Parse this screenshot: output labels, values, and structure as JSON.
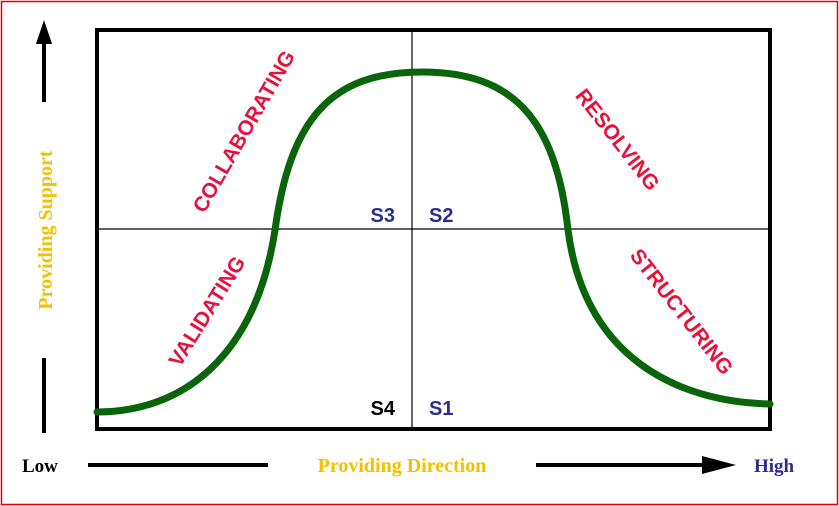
{
  "colors": {
    "frame_border": "#e00000",
    "curve": "#0a640a",
    "phase_label": "#e8103c",
    "axis_title": "#f2c200",
    "style_label_blue": "#2c2c8c",
    "style_label_black": "#000000",
    "high_label": "#2c2c8c",
    "low_label": "#000000"
  },
  "labels": {
    "y_axis": "Providing Support",
    "x_axis": "Providing Direction",
    "low": "Low",
    "high": "High",
    "s1": "S1",
    "s2": "S2",
    "s3": "S3",
    "s4": "S4",
    "collaborating": "COLLABORATING",
    "resolving": "RESOLVING",
    "validating": "VALIDATING",
    "structuring": "STRUCTURING"
  }
}
